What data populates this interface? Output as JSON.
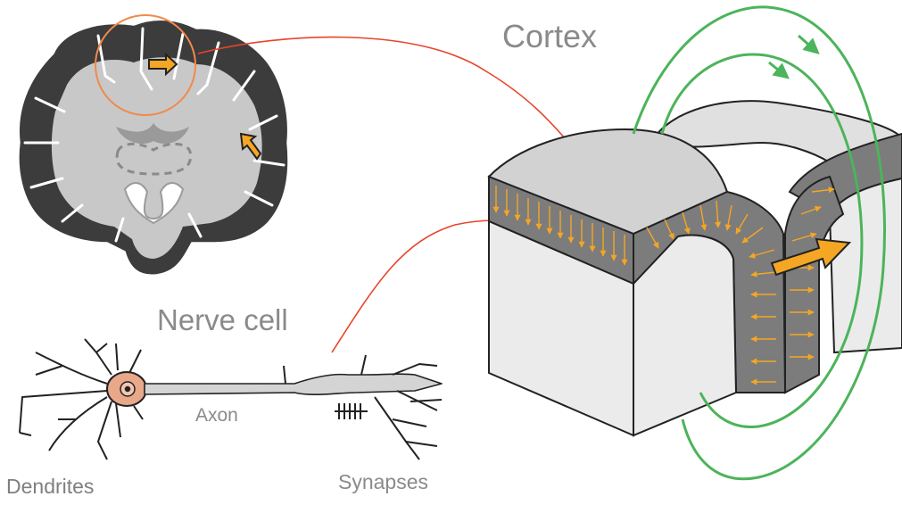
{
  "labels": {
    "cortex": "Cortex",
    "nerve_cell": "Nerve cell",
    "axon": "Axon",
    "synapses": "Synapses",
    "dendrites": "Dendrites"
  },
  "colors": {
    "gray_matter": "#3c3c3c",
    "white_matter": "#c8c8c8",
    "block_top": "#d2d2d2",
    "block_front": "#ebebeb",
    "current_arrow": "#f5a623",
    "field_line": "#4cb45a",
    "link_line": "#e8442a",
    "highlight_circle": "#f08a4b",
    "label_text": "#8a8a8a"
  },
  "icons": {
    "brain": "coronal-brain-slice",
    "cortex_block": "cortex-fold-block",
    "neuron": "nerve-cell-drawing"
  }
}
